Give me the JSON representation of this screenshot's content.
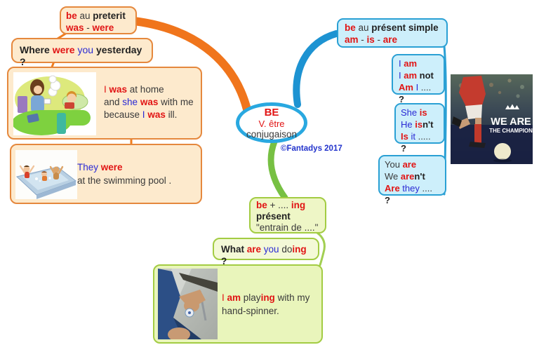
{
  "colors": {
    "orange_branch": "#f0751c",
    "orange_border": "#e5883d",
    "orange_fill": "#fdeacd",
    "blue_branch": "#1d93d2",
    "blue_border": "#2aa0d4",
    "blue_fill": "#cdeffb",
    "green_branch": "#77c043",
    "green_border": "#a3cc43",
    "green_fill": "#eef6c6",
    "red_text": "#e11414",
    "blue_text": "#2a2ad4",
    "dark_text": "#222222",
    "center_ellipse_border": "#29a8e0"
  },
  "center": {
    "title": "BE",
    "subtitle": "V. être",
    "label": "conjugaison",
    "copyright": "©Fantadys 2017"
  },
  "preterit_branch": {
    "node": {
      "lines": [
        [
          {
            "t": "be",
            "s": "R"
          },
          {
            "t": " au ",
            "s": "D"
          },
          {
            "t": "preterit",
            "s": "K"
          }
        ],
        [
          {
            "t": "was",
            "s": "R"
          },
          {
            "t": " - ",
            "s": "D"
          },
          {
            "t": "were",
            "s": "R"
          }
        ]
      ]
    },
    "question": {
      "line": [
        {
          "t": "Where ",
          "s": "K"
        },
        {
          "t": "were",
          "s": "R"
        },
        {
          "t": " ",
          "s": "D"
        },
        {
          "t": "you",
          "s": "B"
        },
        {
          "t": " ",
          "s": "D"
        },
        {
          "t": "yesterday ?",
          "s": "K"
        }
      ]
    },
    "example_home": {
      "image": "sick-child-in-bed-cartoon",
      "lines": [
        [
          {
            "t": "I ",
            "s": "r"
          },
          {
            "t": "was",
            "s": "R"
          },
          {
            "t": " at home",
            "s": "D"
          }
        ],
        [
          {
            "t": "and ",
            "s": "D"
          },
          {
            "t": "she",
            "s": "B"
          },
          {
            "t": " ",
            "s": "D"
          },
          {
            "t": "was",
            "s": "R"
          },
          {
            "t": " with me",
            "s": "D"
          }
        ],
        [
          {
            "t": "because ",
            "s": "D"
          },
          {
            "t": "I",
            "s": "B"
          },
          {
            "t": " ",
            "s": "D"
          },
          {
            "t": "was",
            "s": "R"
          },
          {
            "t": " ill.",
            "s": "D"
          }
        ]
      ]
    },
    "example_pool": {
      "image": "children-swimming-pool-cartoon",
      "lines": [
        [
          {
            "t": "They",
            "s": "B"
          },
          {
            "t": " ",
            "s": "D"
          },
          {
            "t": "were",
            "s": "R"
          }
        ],
        [
          {
            "t": "at the swimming pool .",
            "s": "D"
          }
        ]
      ]
    }
  },
  "present_branch": {
    "node": {
      "lines": [
        [
          {
            "t": "be",
            "s": "R"
          },
          {
            "t": " au ",
            "s": "D"
          },
          {
            "t": "présent simple",
            "s": "K"
          }
        ],
        [
          {
            "t": "am",
            "s": "R"
          },
          {
            "t": " - ",
            "s": "D"
          },
          {
            "t": "is",
            "s": "R"
          },
          {
            "t": " - ",
            "s": "D"
          },
          {
            "t": "are",
            "s": "R"
          }
        ]
      ]
    },
    "i_am": {
      "lines": [
        [
          {
            "t": "I ",
            "s": "B"
          },
          {
            "t": "am",
            "s": "R"
          }
        ],
        [
          {
            "t": "I ",
            "s": "B"
          },
          {
            "t": "am",
            "s": "R"
          },
          {
            "t": " not",
            "s": "K"
          }
        ],
        [
          {
            "t": "Am",
            "s": "R"
          },
          {
            "t": " I",
            "s": "B"
          },
          {
            "t": " .... ",
            "s": "D"
          },
          {
            "t": "?",
            "s": "K"
          }
        ]
      ]
    },
    "she_is": {
      "lines": [
        [
          {
            "t": "She",
            "s": "B"
          },
          {
            "t": " ",
            "s": "D"
          },
          {
            "t": "is",
            "s": "R"
          }
        ],
        [
          {
            "t": "He",
            "s": "B"
          },
          {
            "t": " ",
            "s": "D"
          },
          {
            "t": "is",
            "s": "R"
          },
          {
            "t": "n't",
            "s": "K"
          }
        ],
        [
          {
            "t": "Is",
            "s": "R"
          },
          {
            "t": " it",
            "s": "B"
          },
          {
            "t": " ..... ",
            "s": "D"
          },
          {
            "t": "?",
            "s": "K"
          }
        ]
      ]
    },
    "you_are": {
      "lines": [
        [
          {
            "t": "You ",
            "s": "D"
          },
          {
            "t": "are",
            "s": "R"
          }
        ],
        [
          {
            "t": "We ",
            "s": "D"
          },
          {
            "t": "are",
            "s": "R"
          },
          {
            "t": "n't",
            "s": "K"
          }
        ],
        [
          {
            "t": "Are",
            "s": "R"
          },
          {
            "t": " they",
            "s": "B"
          },
          {
            "t": " .... ",
            "s": "D"
          },
          {
            "t": "?",
            "s": "K"
          }
        ]
      ]
    },
    "poster": {
      "image": "soccer-player-photo",
      "line1": "WE ARE",
      "line2": "THE CHAMPION"
    }
  },
  "ing_branch": {
    "node": {
      "lines": [
        [
          {
            "t": "be",
            "s": "R"
          },
          {
            "t": " + .... ",
            "s": "D"
          },
          {
            "t": "ing",
            "s": "R"
          }
        ],
        [
          {
            "t": "présent",
            "s": "K"
          }
        ],
        [
          {
            "t": "\"entrain de ....\"",
            "s": "D"
          }
        ]
      ]
    },
    "question": {
      "line": [
        {
          "t": "What ",
          "s": "K"
        },
        {
          "t": "are",
          "s": "R"
        },
        {
          "t": " ",
          "s": "D"
        },
        {
          "t": "you",
          "s": "B"
        },
        {
          "t": " ",
          "s": "D"
        },
        {
          "t": "do",
          "s": "D"
        },
        {
          "t": "ing",
          "s": "R"
        },
        {
          "t": " ",
          "s": "D"
        },
        {
          "t": "?",
          "s": "K"
        }
      ]
    },
    "example": {
      "image": "hand-spinner-photo",
      "lines": [
        [
          {
            "t": "I ",
            "s": "r"
          },
          {
            "t": "am",
            "s": "R"
          },
          {
            "t": " play",
            "s": "D"
          },
          {
            "t": "ing",
            "s": "R"
          },
          {
            "t": " with my",
            "s": "D"
          }
        ],
        [
          {
            "t": "hand-spinner.",
            "s": "D"
          }
        ]
      ]
    }
  }
}
